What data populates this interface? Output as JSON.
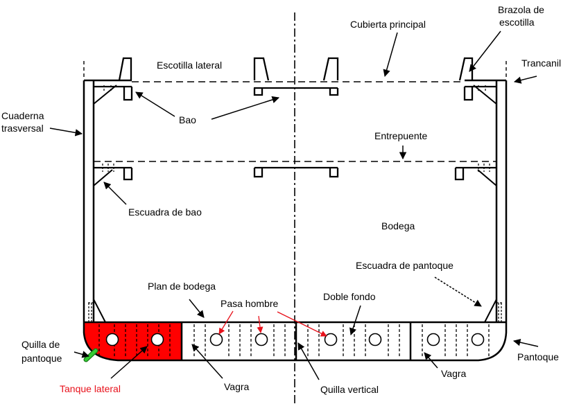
{
  "labels": {
    "brazola_1": "Brazola de",
    "brazola_2": "escotilla",
    "cubierta": "Cubierta principal",
    "trancanil": "Trancanil",
    "escotilla_lateral": "Escotilla lateral",
    "cuaderna_1": "Cuaderna",
    "cuaderna_2": "trasversal",
    "bao": "Bao",
    "entrepuente": "Entrepuente",
    "escuadra_bao": "Escuadra de bao",
    "bodega": "Bodega",
    "escuadra_pantoque": "Escuadra de pantoque",
    "plan_bodega": "Plan de bodega",
    "pasa_hombre": "Pasa hombre",
    "doble_fondo": "Doble fondo",
    "quilla_pantoque_1": "Quilla de",
    "quilla_pantoque_2": "pantoque",
    "pantoque": "Pantoque",
    "tanque_lateral": "Tanque lateral",
    "vagra_left": "Vagra",
    "quilla_vertical": "Quilla vertical",
    "vagra_right": "Vagra"
  },
  "colors": {
    "structure": "#000000",
    "tank_fill": "#ff0000",
    "manhole_arrow": "#e8111b",
    "bilge_keel": "#33cc33"
  }
}
